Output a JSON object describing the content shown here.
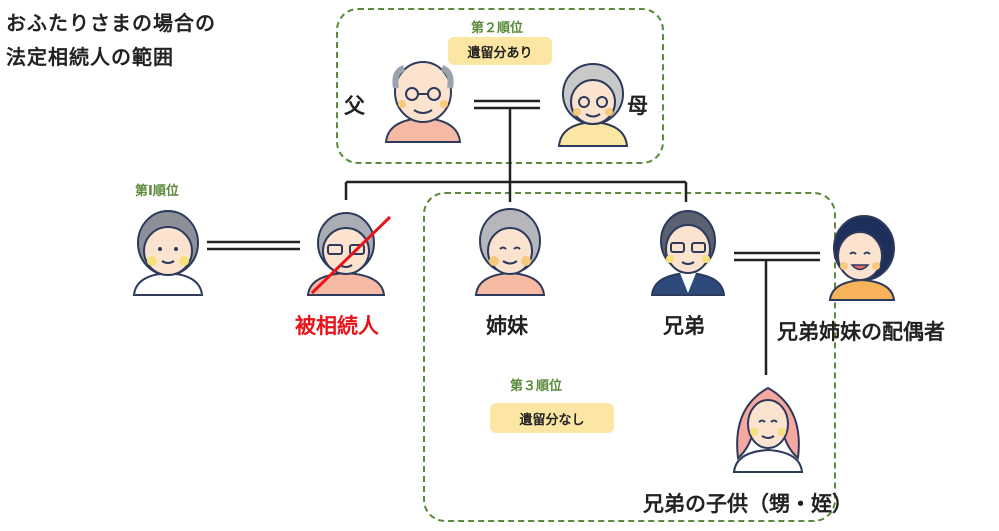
{
  "title": {
    "line1": "おふたりさまの場合の",
    "line2": "法定相続人の範囲"
  },
  "ranks": {
    "second": "第２順位",
    "first": "第Ⅰ順位",
    "third": "第３順位"
  },
  "badges": {
    "has_reserved_share": "遺留分あり",
    "no_reserved_share": "遺留分なし"
  },
  "labels": {
    "father": "父",
    "mother": "母",
    "decedent": "被相続人",
    "sister": "姉妹",
    "brother": "兄弟",
    "sibling_spouse": "兄弟姉妹の配偶者",
    "sibling_child": "兄弟の子供（甥・姪）"
  },
  "colors": {
    "group_border": "#5a8a3a",
    "rank_text": "#5a8a3a",
    "badge_bg": "#fbe6a3",
    "decedent_label": "#e8141b",
    "line": "#222222"
  }
}
